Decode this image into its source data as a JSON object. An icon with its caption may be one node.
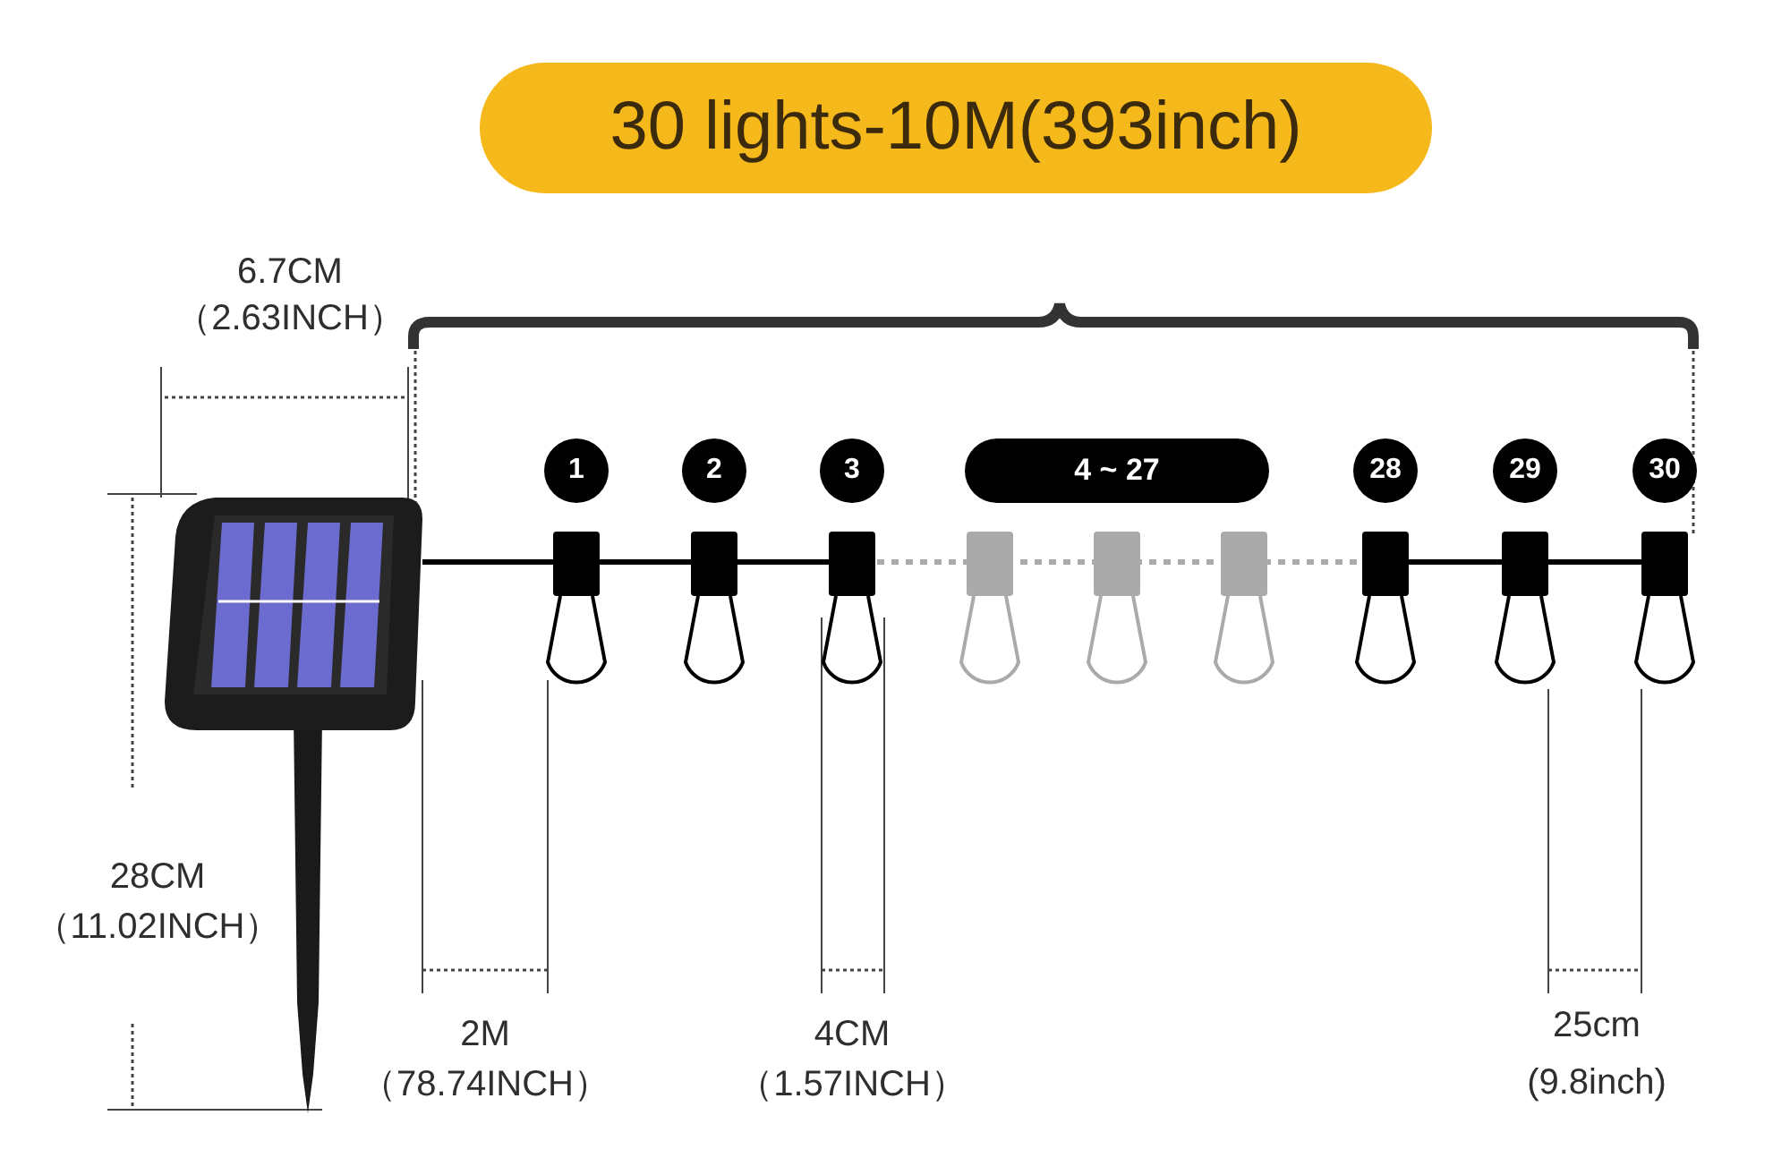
{
  "diagram": {
    "title": "30 lights-10M(393inch)",
    "nodes": [
      {
        "text": [
          "1"
        ]
      },
      {
        "text": [
          "2"
        ]
      },
      {
        "text": [
          "3"
        ]
      },
      {
        "text": [
          "4 ~ 27"
        ]
      },
      {
        "text": [
          "28"
        ]
      },
      {
        "text": [
          "29"
        ]
      },
      {
        "text": [
          "30"
        ]
      }
    ],
    "labels": [
      "6.7CM",
      "（2.63INCH）",
      "28CM",
      "（11.02INCH）",
      "2M",
      "（78.74INCH）",
      "4CM",
      "（1.57INCH）",
      "25cm",
      "(9.8inch)"
    ]
  }
}
